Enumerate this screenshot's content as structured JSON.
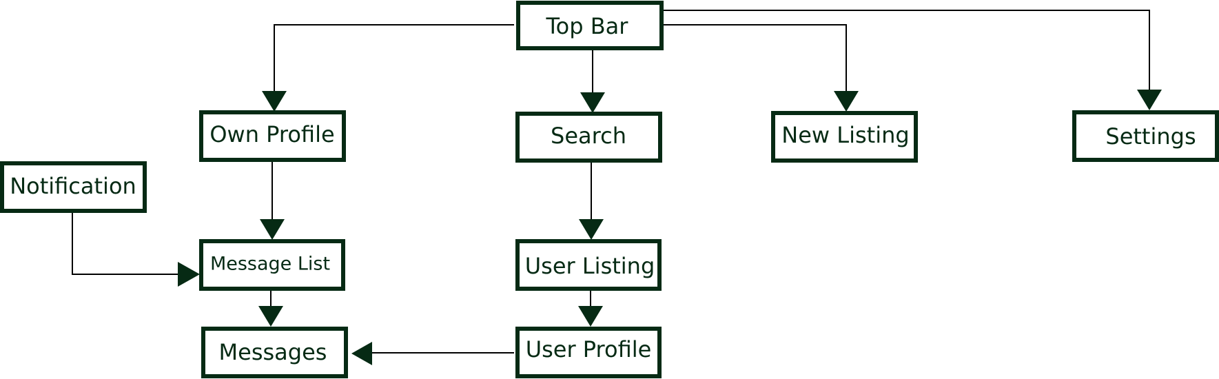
{
  "diagram": {
    "colors": {
      "box_border": "#062a14",
      "box_fill": "#ffffff",
      "edge": "#000000",
      "arrowhead": "#062a14",
      "text": "#062a14"
    },
    "nodes": {
      "top_bar": "Top Bar",
      "own_profile": "Own Profile",
      "search": "Search",
      "new_listing": "New Listing",
      "settings": "Settings",
      "notification": "Notification",
      "message_list": "Message List",
      "user_listing": "User Listing",
      "messages": "Messages",
      "user_profile": "User Profile"
    },
    "edges": [
      {
        "from": "top_bar",
        "to": "own_profile"
      },
      {
        "from": "top_bar",
        "to": "search"
      },
      {
        "from": "top_bar",
        "to": "new_listing"
      },
      {
        "from": "top_bar",
        "to": "settings"
      },
      {
        "from": "own_profile",
        "to": "message_list"
      },
      {
        "from": "notification",
        "to": "message_list"
      },
      {
        "from": "search",
        "to": "user_listing"
      },
      {
        "from": "message_list",
        "to": "messages"
      },
      {
        "from": "user_listing",
        "to": "user_profile"
      },
      {
        "from": "user_profile",
        "to": "messages"
      }
    ]
  }
}
